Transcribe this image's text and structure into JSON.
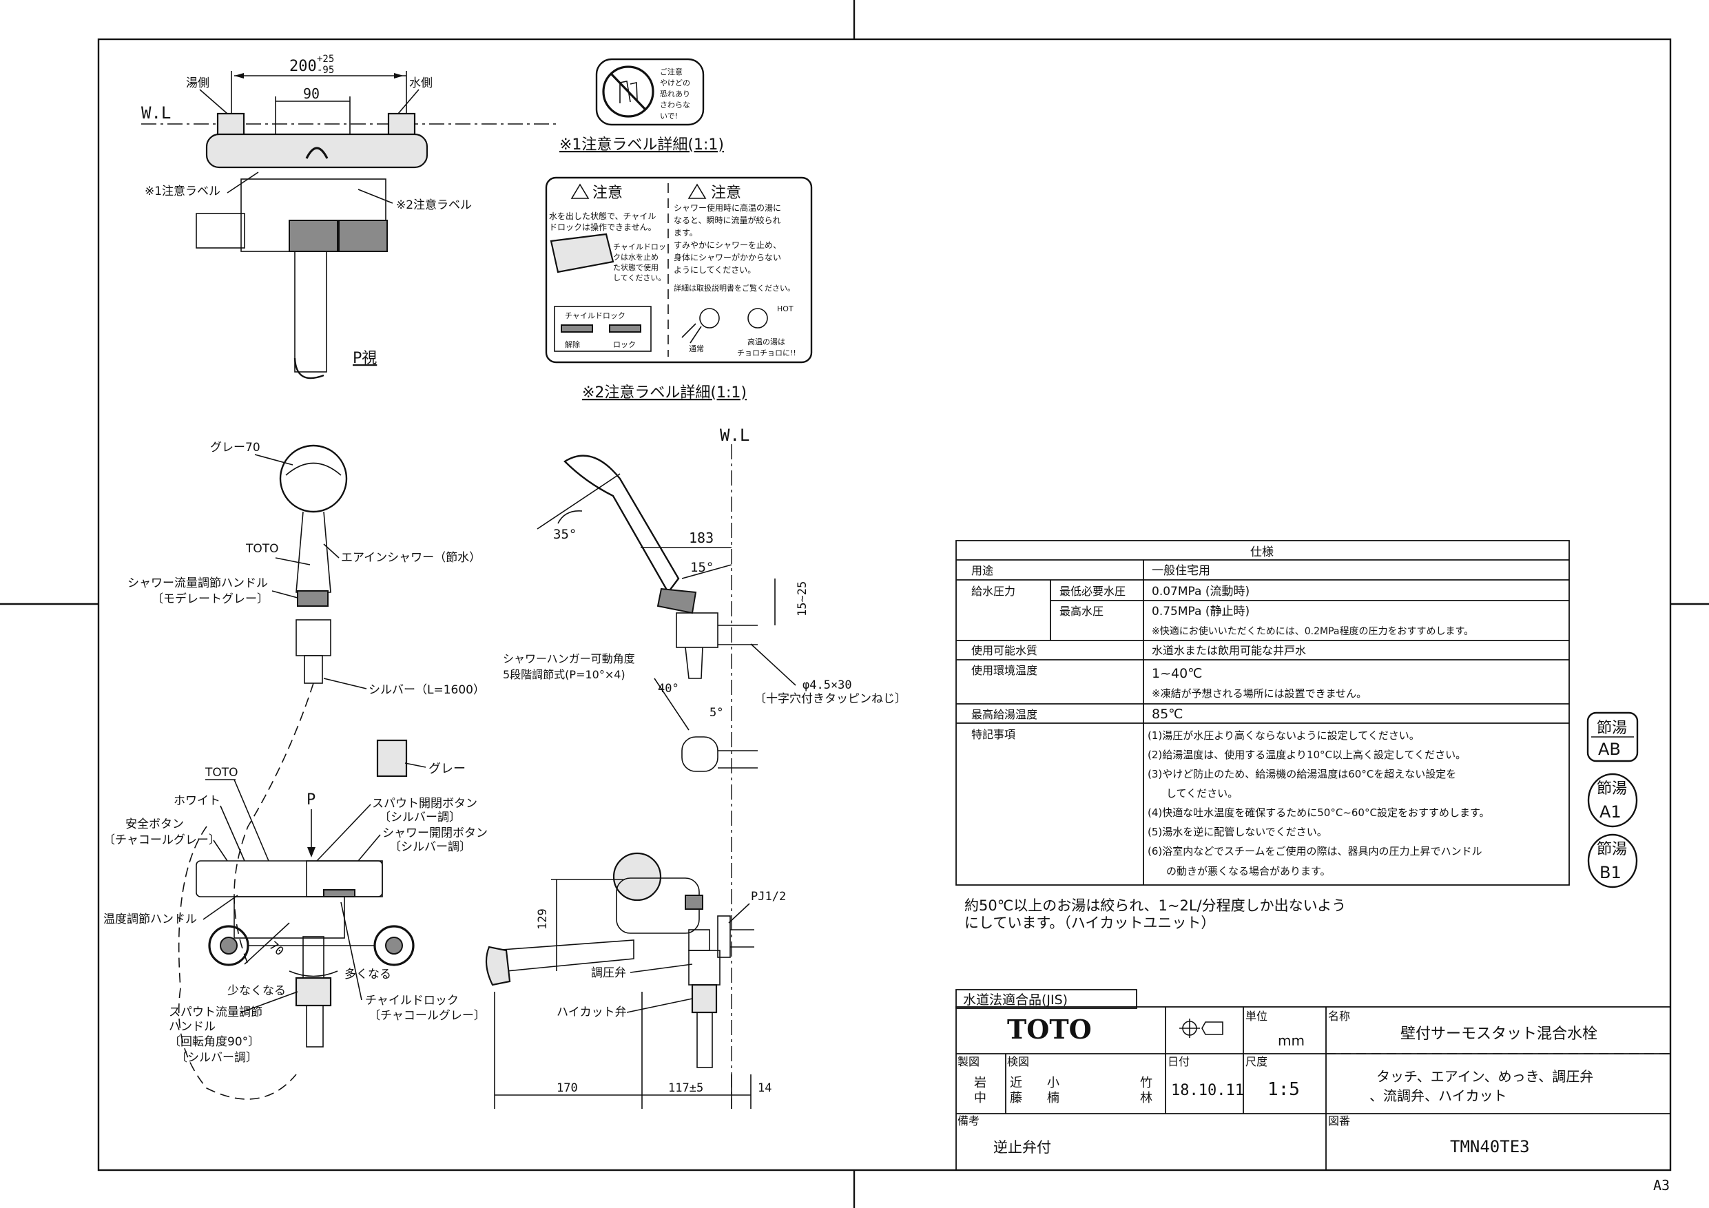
{
  "views": {
    "top_view": {
      "hot_side": "湯側",
      "cold_side": "水側",
      "wl": "W.L",
      "dim_200": "200",
      "dim_200_tol_plus": "+25",
      "dim_200_tol_minus": "-95",
      "dim_90": "90",
      "label1": "※1注意ラベル",
      "label2": "※2注意ラベル",
      "p_view": "P視"
    },
    "label1_detail": {
      "caption": "※1注意ラベル詳細(1:1)",
      "warning_text": [
        "ご注意",
        "やけどの",
        "恐れあり",
        "さわらな",
        "いで!"
      ]
    },
    "label2_detail": {
      "caption": "※2注意ラベル詳細(1:1)",
      "left_title": "注意",
      "left_text": [
        "水を出した状態で、チャイル",
        "ドロックは操作できません。"
      ],
      "left_sub": [
        "チャイルドロッ",
        "クは水を止め",
        "た状態で使用",
        "してください。"
      ],
      "lock_title": "チャイルドロック",
      "release": "解除",
      "lock": "ロック",
      "right_title": "注意",
      "right_text": [
        "シャワー使用時に高温の湯に",
        "なると、瞬時に流量が絞られ",
        "ます。",
        "すみやかにシャワーを止め、",
        "身体にシャワーがかからない",
        "ようにしてください。"
      ],
      "right_detail": "詳細は取扱説明書をご覧ください。",
      "hot": "HOT",
      "normal": "通常",
      "hot_water": [
        "高温の湯は",
        "チョロチョロに!!"
      ]
    },
    "shower_view": {
      "gray70": "グレー70",
      "toto": "TOTO",
      "airin_shower": "エアインシャワー（節水）",
      "flow_handle": "シャワー流量調節ハンドル",
      "moderate_gray": "〔モデレートグレー〕",
      "silver_hose": "シルバー（L=1600）"
    },
    "side_view": {
      "wl": "W.L",
      "angle_35": "35°",
      "dim_183": "183",
      "angle_15": "15°",
      "dim_15_25": "15~25",
      "hanger_angle": "シャワーハンガー可動角度",
      "steps": "5段階調節式(P=10°×4)",
      "angle_40": "40°",
      "angle_5": "5°",
      "screw": "φ4.5×30",
      "screw_note": "〔十字穴付きタッピンねじ〕"
    },
    "front_view": {
      "toto": "TOTO",
      "gray": "グレー",
      "white": "ホワイト",
      "safety_button": "安全ボタン",
      "charcoal": "〔チャコールグレー〕",
      "p": "P",
      "spout_button": "スパウト開閉ボタン",
      "silver_tone": "〔シルバー調〕",
      "shower_button": "シャワー開閉ボタン",
      "silver_tone2": "〔シルバー調〕",
      "temp_handle": "温度調節ハンドル",
      "dim_70": "70",
      "less": "少なくなる",
      "more": "多くなる",
      "child_lock": "チャイルドロック",
      "charcoal2": "〔チャコールグレー〕",
      "spout_flow": "スパウト流量調節",
      "handle": "ハンドル",
      "rotation": "〔回転角度90°〕",
      "silver_tone3": "〔シルバー調〕"
    },
    "bottom_side_view": {
      "dim_129": "129",
      "pj": "PJ1/2",
      "pressure_valve": "調圧弁",
      "hicut_valve": "ハイカット弁",
      "dim_170": "170",
      "dim_117": "117±5",
      "dim_14": "14"
    }
  },
  "spec_table": {
    "title": "仕様",
    "rows": [
      {
        "label": "用途",
        "sub": "",
        "value": "一般住宅用"
      },
      {
        "label": "給水圧力",
        "sub": "最低必要水圧",
        "value": "0.07MPa (流動時)"
      },
      {
        "label": "",
        "sub": "最高水圧",
        "value": "0.75MPa (静止時)"
      },
      {
        "label": "",
        "sub": "",
        "value": "※快適にお使いいただくためには、0.2MPa程度の圧力をおすすめします。"
      },
      {
        "label": "使用可能水質",
        "sub": "",
        "value": "水道水または飲用可能な井戸水"
      },
      {
        "label": "使用環境温度",
        "sub": "",
        "value": "1~40℃"
      },
      {
        "label": "",
        "sub": "",
        "value": "※凍結が予想される場所には設置できません。"
      },
      {
        "label": "最高給湯温度",
        "sub": "",
        "value": "85℃"
      }
    ],
    "notes_label": "特記事項",
    "notes": [
      "(1)湯圧が水圧より高くならないように設定してください。",
      "(2)給湯温度は、使用する温度より10°C以上高く設定してください。",
      "(3)やけど防止のため、給湯機の給湯温度は60°Cを超えない設定を",
      "してください。",
      "(4)快適な吐水温度を確保するために50°C~60°C設定をおすすめします。",
      "(5)湯水を逆に配管しないでください。",
      "(6)浴室内などでスチームをご使用の際は、器具内の圧力上昇でハンドル",
      "の動きが悪くなる場合があります。"
    ]
  },
  "note": [
    "約50℃以上のお湯は絞られ、1~2L/分程度しか出ないよう",
    "にしています。（ハイカットユニット）"
  ],
  "badges": [
    {
      "top": "節湯",
      "bottom": "AB"
    },
    {
      "top": "節湯",
      "bottom": "A1"
    },
    {
      "top": "節湯",
      "bottom": "B1"
    }
  ],
  "title_block": {
    "jis": "水道法適合品(JIS)",
    "brand": "TOTO",
    "unit_label": "単位",
    "unit": "mm",
    "name_label": "名称",
    "name": "壁付サーモスタット混合水栓",
    "drawn_label": "製図",
    "drawn": [
      "岩",
      "中"
    ],
    "checked_label": "検図",
    "checked": [
      "近",
      "藤",
      "小",
      "楠",
      "竹",
      "林"
    ],
    "date_label": "日付",
    "date": "18.10.11",
    "scale_label": "尺度",
    "scale": "1:5",
    "features": [
      "タッチ、エアイン、めっき、調圧弁",
      "、流調弁、ハイカット"
    ],
    "remarks_label": "備考",
    "remarks": "逆止弁付",
    "drawing_no_label": "図番",
    "drawing_no": "TMN40TE3"
  },
  "sheet_size": "A3"
}
